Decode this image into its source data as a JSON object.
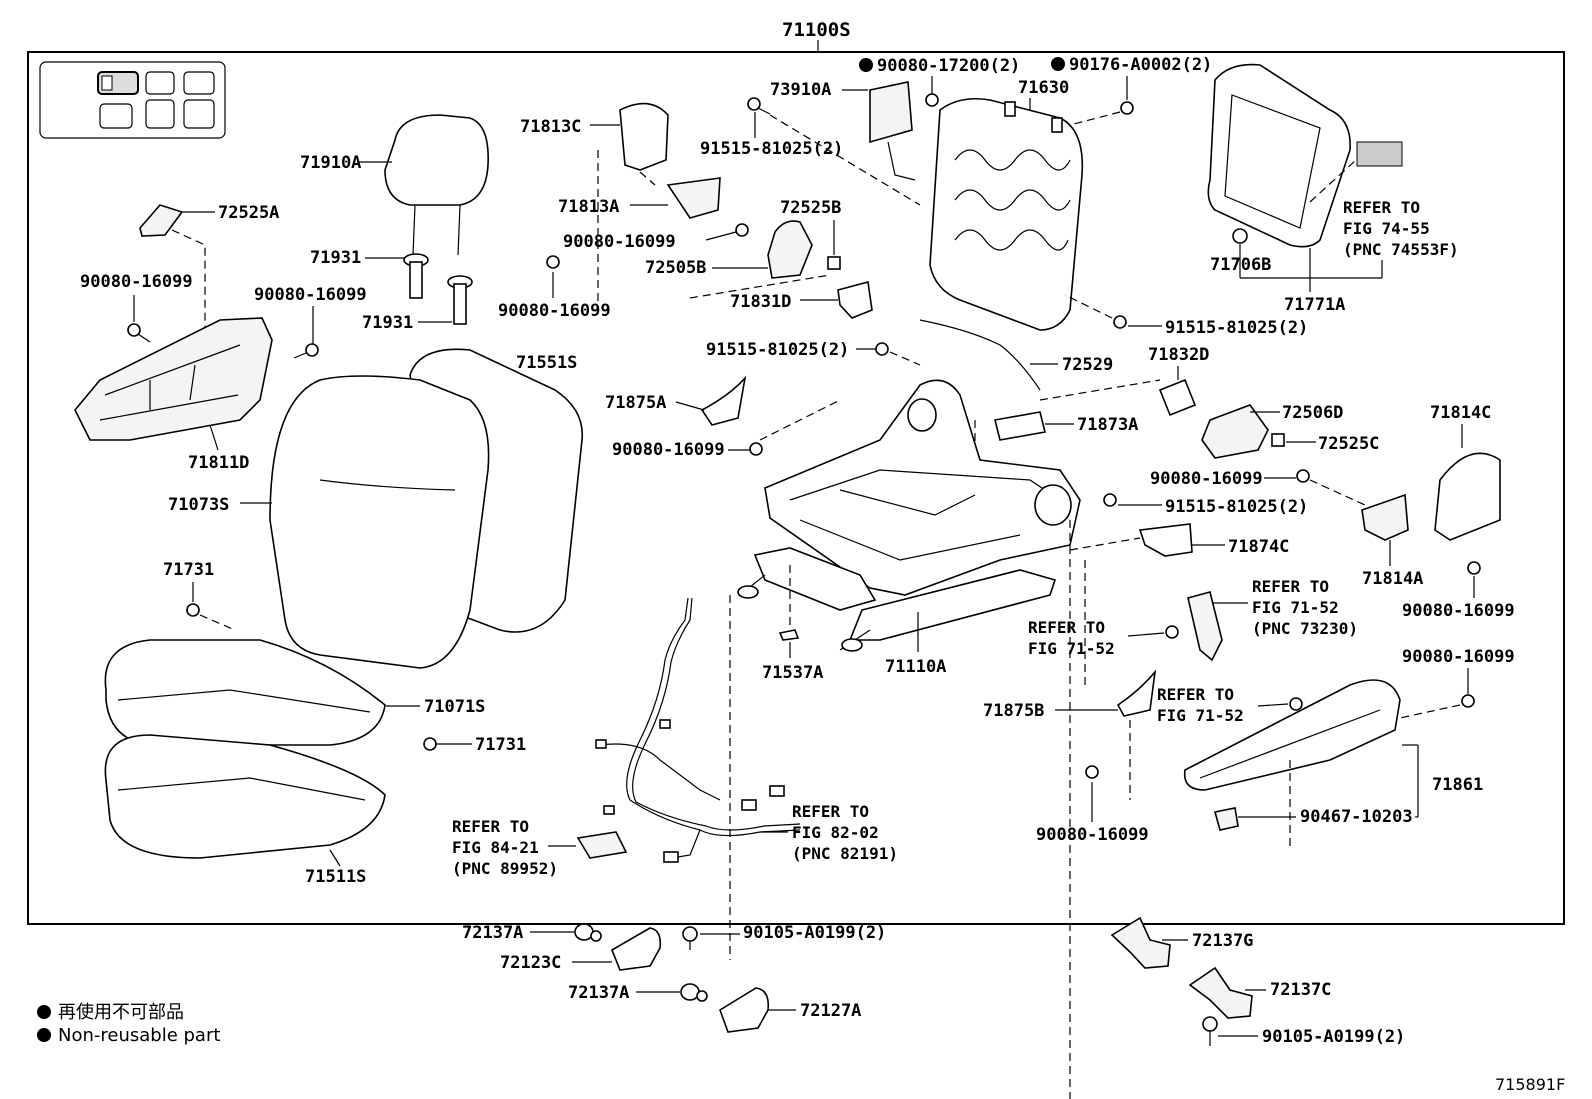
{
  "assembly_label": "71100S",
  "figure_code": "715891F",
  "legend": {
    "line1": "再使用不可部品",
    "line2": "Non-reusable part"
  },
  "labels": {
    "p71910A": "71910A",
    "p72525A": "72525A",
    "p90080_16099_a": "90080-16099",
    "p90080_16099_b": "90080-16099",
    "p71931_a": "71931",
    "p71931_b": "71931",
    "p71811D": "71811D",
    "p71551S": "71551S",
    "p71073S": "71073S",
    "p71731_a": "71731",
    "p71731_b": "71731",
    "p71071S": "71071S",
    "p71511S": "71511S",
    "p71813C": "71813C",
    "p71813A": "71813A",
    "p90080_16099_c": "90080-16099",
    "p90080_16099_d": "90080-16099",
    "p73910A": "73910A",
    "p90080_17200": "90080-17200(2)",
    "p91515_81025_a": "91515-81025(2)",
    "p72525B": "72525B",
    "p72505B": "72505B",
    "p71831D": "71831D",
    "p91515_81025_b": "91515-81025(2)",
    "p71875A": "71875A",
    "p90080_16099_e": "90080-16099",
    "p90176": "90176-A0002(2)",
    "p71630": "71630",
    "p91515_81025_c": "91515-81025(2)",
    "p72529": "72529",
    "p71706B": "71706B",
    "p71771A": "71771A",
    "p71832D": "71832D",
    "p72506D": "72506D",
    "p71873A": "71873A",
    "p72525C": "72525C",
    "p90080_16099_f": "90080-16099",
    "p91515_81025_d": "91515-81025(2)",
    "p71874C": "71874C",
    "p71814C": "71814C",
    "p71814A": "71814A",
    "p90080_16099_g": "90080-16099",
    "p90080_16099_h": "90080-16099",
    "p71537A": "71537A",
    "p71110A": "71110A",
    "p71875B": "71875B",
    "p90080_16099_i": "90080-16099",
    "p71861": "71861",
    "p90467": "90467-10203",
    "p72137A_a": "72137A",
    "p72123C": "72123C",
    "p90105_a": "90105-A0199(2)",
    "p72137A_b": "72137A",
    "p72127A": "72127A",
    "p72137G": "72137G",
    "p72137C": "72137C",
    "p90105_b": "90105-A0199(2)"
  },
  "refs": {
    "r_74_55": [
      "REFER TO",
      "FIG 74-55",
      "(PNC 74553F)"
    ],
    "r_71_52_a": [
      "REFER TO",
      "FIG 71-52",
      "(PNC 73230)"
    ],
    "r_71_52_b": [
      "REFER TO",
      "FIG 71-52"
    ],
    "r_71_52_c": [
      "REFER TO",
      "FIG 71-52"
    ],
    "r_82_02": [
      "REFER TO",
      "FIG 82-02",
      "(PNC 82191)"
    ],
    "r_84_21": [
      "REFER TO",
      "FIG 84-21",
      "(PNC 89952)"
    ]
  }
}
